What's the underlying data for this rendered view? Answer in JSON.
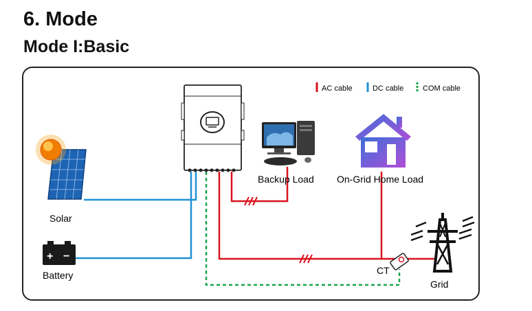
{
  "heading": {
    "section": "6. Mode",
    "mode": "Mode I:Basic"
  },
  "legend": {
    "ac": {
      "label": "AC cable",
      "color": "#d9121d"
    },
    "dc": {
      "label": "DC cable",
      "color": "#1e90d6"
    },
    "com": {
      "label": "COM cable",
      "color": "#1aa34a"
    }
  },
  "components": {
    "solar": "Solar",
    "battery": "Battery",
    "backup_load": "Backup Load",
    "home_load": "On-Grid Home Load",
    "ct": "CT",
    "grid": "Grid"
  },
  "battery_symbols": {
    "plus": "+",
    "minus": "−"
  }
}
